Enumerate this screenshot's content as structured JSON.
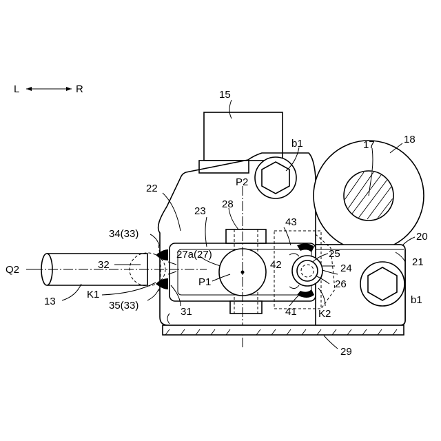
{
  "direction": {
    "left": "L",
    "right": "R"
  },
  "labels": {
    "motor": "15",
    "pulley_shaft": "17",
    "pulley": "18",
    "bolt_top": "b1",
    "bolt_right": "b1",
    "axis_p2": "P2",
    "arm": "22",
    "plate": "23",
    "pin": "28",
    "hole_upper": "43",
    "weld_upper": "34(33)",
    "rod_end_part": "27a(27)",
    "pin_axis": "P1",
    "shaft_small": "25",
    "ball_label": "32",
    "hole_mid": "42",
    "bracket_edge": "20",
    "bracket": "21",
    "collar": "24",
    "axis_q2": "Q2",
    "sleeve": "26",
    "rod": "13",
    "weld_point_k1": "K1",
    "weld_point_k2": "K2",
    "hole_lower": "41",
    "weld_lower": "35(33)",
    "rod_end": "31",
    "base_plate": "29"
  }
}
